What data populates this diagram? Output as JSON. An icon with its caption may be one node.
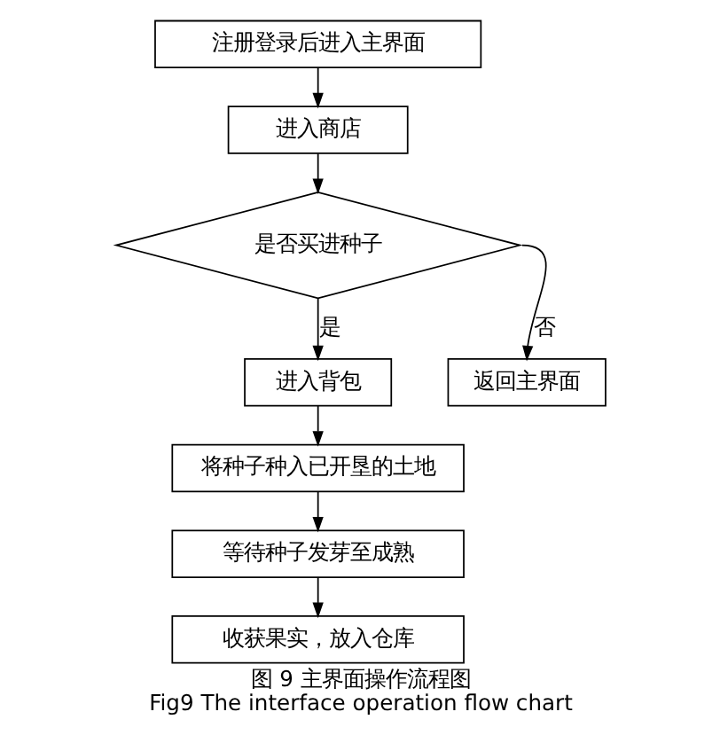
{
  "diagram": {
    "caption": "图 9 主界面操作流程图 Fig9 The interface operation flow chart",
    "nodes": [
      {
        "text": [
          "注册登录后进入主界面"
        ]
      },
      {
        "text": [
          "进入商店"
        ]
      },
      {
        "text": [
          "是否买进种子"
        ]
      },
      {
        "text": [
          "进入背包"
        ]
      },
      {
        "text": [
          "返回主界面"
        ]
      },
      {
        "text": [
          "将种子种入已开垦的土地"
        ]
      },
      {
        "text": [
          "等待种子发芽至成熟"
        ]
      },
      {
        "text": [
          "收获果实，放入仓库"
        ]
      }
    ],
    "edges": [
      {
        "from": 0,
        "to": 1,
        "arrow": "to"
      },
      {
        "from": 1,
        "to": 2,
        "arrow": "to"
      },
      {
        "from": 2,
        "to": 3,
        "arrow": "to",
        "label": "是"
      },
      {
        "from": 2,
        "to": 4,
        "arrow": "to",
        "label": "否"
      },
      {
        "from": 3,
        "to": 5,
        "arrow": "to"
      },
      {
        "from": 5,
        "to": 6,
        "arrow": "to"
      },
      {
        "from": 6,
        "to": 7,
        "arrow": "to"
      }
    ]
  }
}
